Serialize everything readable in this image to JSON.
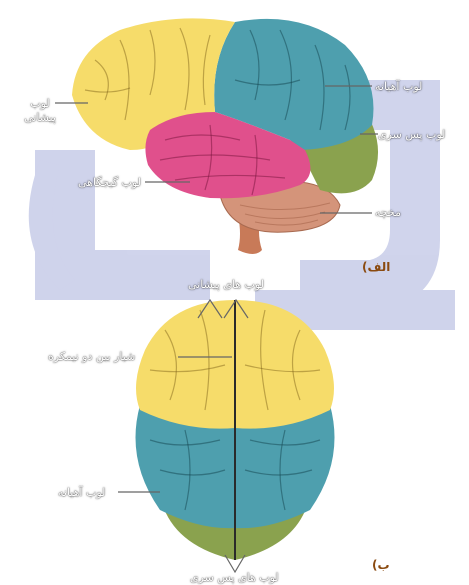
{
  "figure_a": {
    "panel_label": "الف)",
    "labels": {
      "frontal": "لوب پیشانی",
      "parietal": "لوب آهیانه",
      "occipital": "لوب پس سری",
      "temporal": "لوب گیجگاهی",
      "cerebellum": "مخچه"
    }
  },
  "figure_b": {
    "panel_label": "ب)",
    "labels": {
      "frontal_lobes": "لوب های پیشانی",
      "fissure": "شیار بین دو نیمکره",
      "parietal": "لوب آهیانه",
      "occipital_lobes": "لوب های پس سری"
    }
  },
  "colors": {
    "frontal": "#f6dc6a",
    "parietal": "#4e9fae",
    "occipital": "#8aa24e",
    "temporal": "#e0508c",
    "cerebellum": "#d4947a",
    "brainstem": "#c87a58",
    "watermark": "#2a3aa8"
  }
}
